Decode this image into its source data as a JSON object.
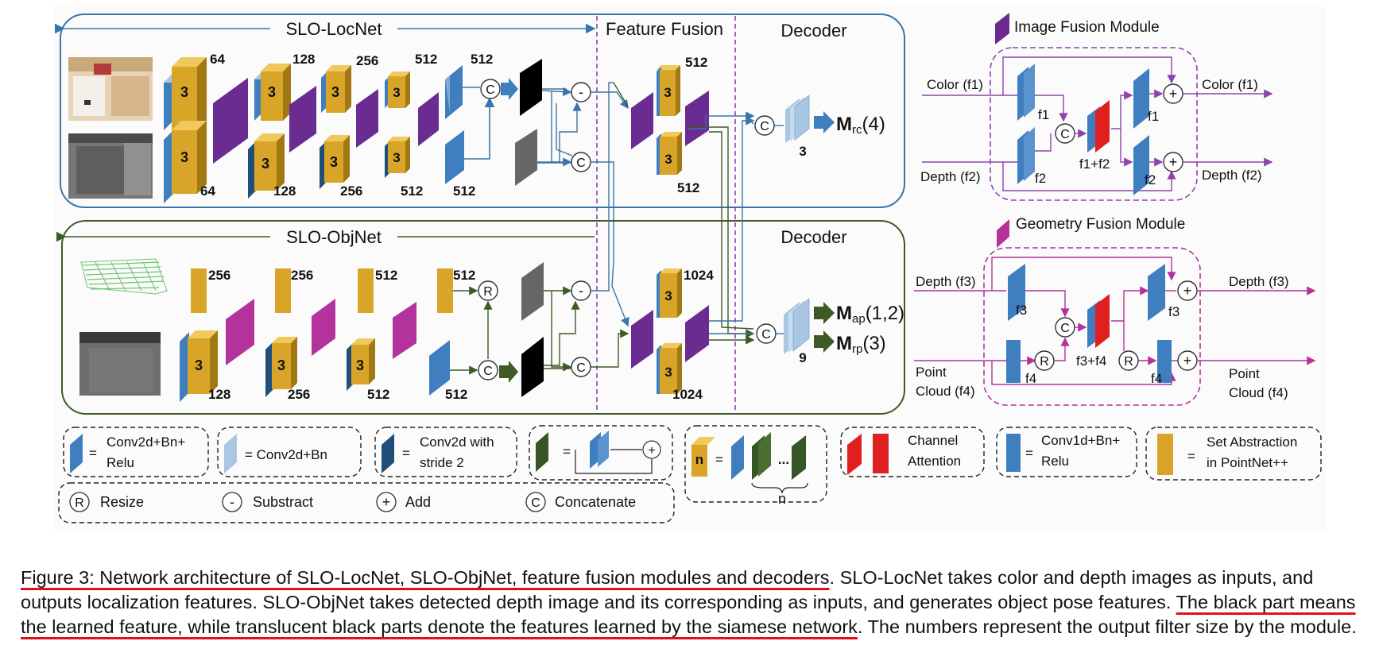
{
  "figure": {
    "locnet_title": "SLO-LocNet",
    "objnet_title": "SLO-ObjNet",
    "feature_fusion_title": "Feature Fusion",
    "decoder_title": "Decoder",
    "loc_top_channels": [
      "64",
      "128",
      "256",
      "512",
      "512"
    ],
    "loc_bottom_channels": [
      "64",
      "128",
      "256",
      "512",
      "512"
    ],
    "conv_block_label": "3",
    "fusion_top_channels": [
      "512",
      "512"
    ],
    "obj_fusion_channels": [
      "1024",
      "1024"
    ],
    "obj_top_channels": [
      "256",
      "256",
      "512",
      "512"
    ],
    "obj_bottom_channels": [
      "128",
      "256",
      "512",
      "512"
    ],
    "op_resize": "R",
    "op_subtract": "-",
    "op_concat": "C",
    "op_add": "+",
    "decoder1_filters": "3",
    "decoder2_filters": "9",
    "output_rc": {
      "symbol": "M",
      "sub": "rc",
      "args": "(4)"
    },
    "output_ap": {
      "symbol": "M",
      "sub": "ap",
      "args": "(1,2)"
    },
    "output_rp": {
      "symbol": "M",
      "sub": "rp",
      "args": "(3)"
    },
    "image_fusion": {
      "title": "Image Fusion Module",
      "input1": "Color (f1)",
      "input2": "Depth (f2)",
      "output1": "Color (f1)",
      "output2": "Depth (f2)",
      "f1": "f1",
      "f2": "f2",
      "f1_f2": "f1+f2"
    },
    "geometry_fusion": {
      "title": "Geometry Fusion Module",
      "input1": "Depth (f3)",
      "input2_line1": "Point",
      "input2_line2": "Cloud (f4)",
      "output1": "Depth (f3)",
      "output2_line1": "Point",
      "output2_line2": "Cloud (f4)",
      "f3": "f3",
      "f4": "f4",
      "f3_f4": "f3+f4"
    },
    "legend": {
      "conv_bn_relu_line1": "Conv2d+Bn+",
      "conv_bn_relu_line2": "Relu",
      "conv_bn": "= Conv2d+Bn",
      "conv_stride_line1": "Conv2d with",
      "conv_stride_line2": "stride 2",
      "equals": "=",
      "n_label": "n",
      "dots": "...",
      "channel_attention_line1": "Channel",
      "channel_attention_line2": "Attention",
      "conv1d_line1": "Conv1d+Bn+",
      "conv1d_line2": "Relu",
      "set_abstraction_line1": "Set Abstraction",
      "set_abstraction_line2": "in PointNet++",
      "resize": "Resize",
      "subtract": "Substract",
      "add": "Add",
      "concatenate": "Concatenate"
    }
  },
  "caption": {
    "part1_underlined": "Figure 3: Network architecture of SLO-LocNet, SLO-ObjNet, feature fusion modules and decoders",
    "part2": ". SLO-LocNet takes color and depth images as inputs, and outputs localization features. SLO-ObjNet takes detected depth image and its corresponding as inputs, and generates object pose features. ",
    "part3_underlined": "The black part means the learned feature, while translucent black parts denote the features learned by the siamese network",
    "part4": ". The numbers represent the output filter size by the module."
  },
  "colors": {
    "conv_blue": "#3f7fbf",
    "light_blue": "#a9c6e2",
    "dark_blue": "#1f4e79",
    "yellow": "#d9a528",
    "purple": "#6a2c91",
    "magenta": "#b4329c",
    "red": "#e02020",
    "dark_green": "#375623",
    "frame_blue": "#3a74a8",
    "frame_green": "#3e5a27",
    "divider_purple": "#8e44ad"
  }
}
